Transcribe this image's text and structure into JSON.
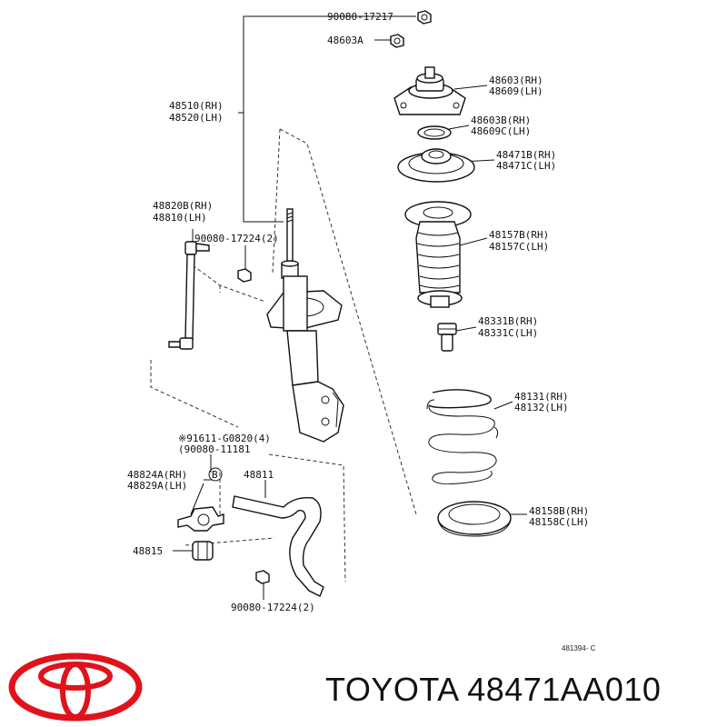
{
  "diagram": {
    "labels": {
      "n90080_17217": "90080-17217",
      "n48603A": "48603A",
      "n48603": "48603(RH)",
      "n48609": "48609(LH)",
      "n48510": "48510(RH)",
      "n48520": "48520(LH)",
      "n48603B": "48603B(RH)",
      "n48609C": "48609C(LH)",
      "n48471B": "48471B(RH)",
      "n48471C": "48471C(LH)",
      "n48820B": "48820B(RH)",
      "n48810": "48810(LH)",
      "n90080_17224_top": "90080-17224(2)",
      "n48157B": "48157B(RH)",
      "n48157C": "48157C(LH)",
      "n48331B": "48331B(RH)",
      "n48331C": "48331C(LH)",
      "n48131": "48131(RH)",
      "n48132": "48132(LH)",
      "n91611": "※91611-G0820(4)",
      "n90080_11181": "(90080-11181",
      "n48824A": "48824A(RH)",
      "n48829A": "48829A(LH)",
      "circleB": "B",
      "n48811": "48811",
      "n48158B": "48158B(RH)",
      "n48158C": "48158C(LH)",
      "n48815": "48815",
      "n90080_17224_bottom": "90080-17224(2)",
      "figure_code": "481394- C"
    }
  },
  "footer": {
    "title": "TOYOTA 48471AA010",
    "logo_icon": "toyota-logo-icon",
    "brand_color": "#e0121b"
  }
}
